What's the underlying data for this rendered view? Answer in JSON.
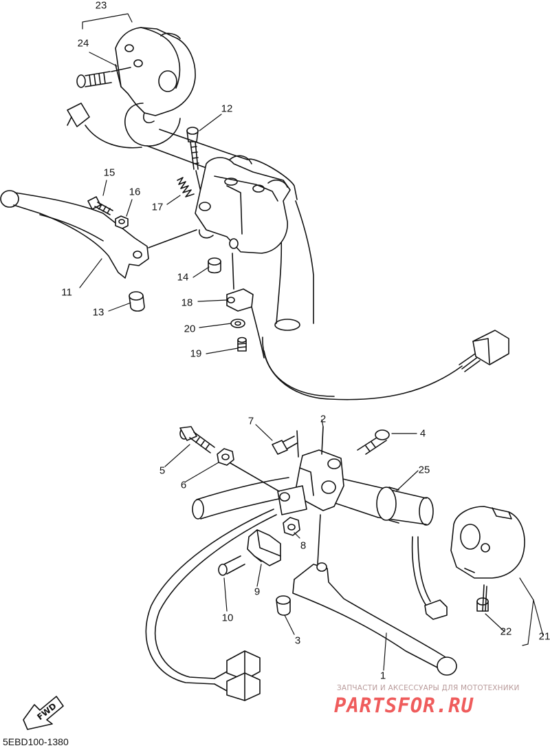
{
  "diagram": {
    "callouts": [
      "1",
      "2",
      "3",
      "4",
      "5",
      "6",
      "7",
      "8",
      "9",
      "10",
      "11",
      "12",
      "13",
      "14",
      "15",
      "16",
      "17",
      "18",
      "19",
      "20",
      "21",
      "22",
      "23",
      "24",
      "25"
    ],
    "fwd_label": "FWD",
    "drawing_code": "5EBD100-1380"
  },
  "watermark": {
    "subtitle": "ЗАПЧАСТИ И АКСЕССУАРЫ ДЛЯ МОТОТЕХНИКИ",
    "brand": "PARTSFOR.RU",
    "brand_color": "#ee4f4f"
  }
}
